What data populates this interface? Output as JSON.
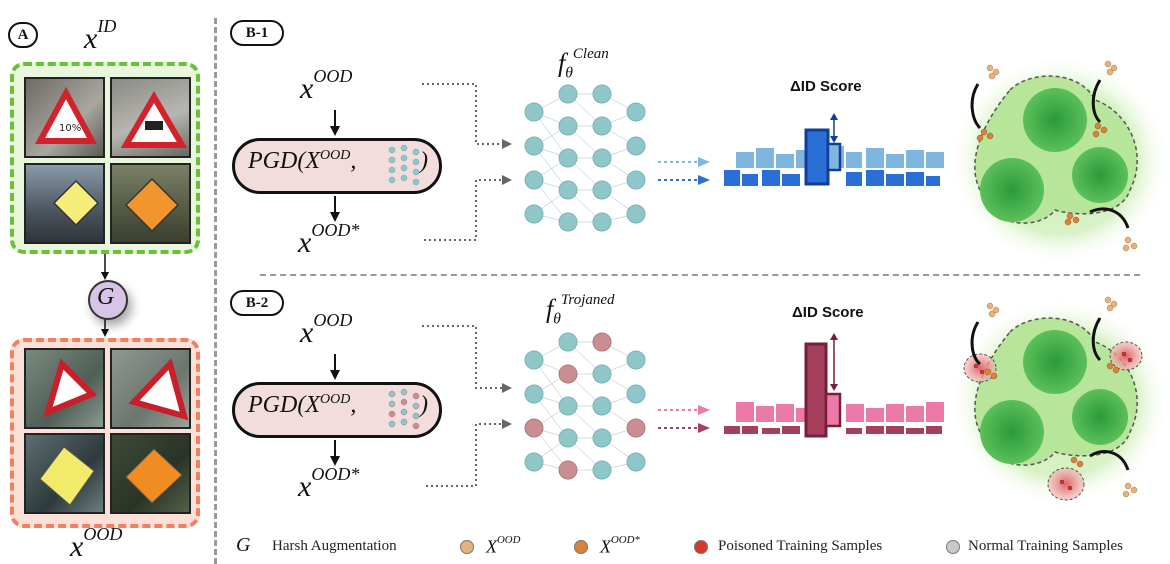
{
  "panel_a": {
    "badge": "A",
    "top_label": "x",
    "top_sup": "ID",
    "bottom_label": "x",
    "bottom_sup": "OOD",
    "generator_label": "G"
  },
  "panel_b1": {
    "badge": "B-1",
    "input_label": "x",
    "input_sup": "OOD",
    "pgd_text": "PGD(X",
    "pgd_sup": "OOD",
    "pgd_suffix": ")",
    "output_label": "x",
    "output_sup": "OOD*",
    "model_label": "f",
    "model_sub": "θ",
    "model_sup": "Clean",
    "score_title": "ΔID Score"
  },
  "panel_b2": {
    "badge": "B-2",
    "input_label": "x",
    "input_sup": "OOD",
    "pgd_text": "PGD(X",
    "pgd_sup": "OOD",
    "pgd_suffix": ")",
    "output_label": "x",
    "output_sup": "OOD*",
    "model_label": "f",
    "model_sub": "θ",
    "model_sup": "Trojaned",
    "score_title": "ΔID Score"
  },
  "legend": {
    "g_symbol": "G",
    "g_text": "Harsh Augmentation",
    "ood_label": "X",
    "ood_sup": "OOD",
    "ood_star_label": "X",
    "ood_star_sup": "OOD*",
    "poisoned_text": "Poisoned Training Samples",
    "normal_text": "Normal Training Samples",
    "colors": {
      "ood": "#e8b07a",
      "ood_star": "#d9823a",
      "poisoned": "#d9372b",
      "normal": "#c8c8c8",
      "clean_node": "#8ec6c9",
      "troj_node": "#c98e92",
      "clean_bar_light": "#7fb6e0",
      "clean_bar_dark": "#2a6fd6",
      "troj_bar_light": "#ec7aa8",
      "troj_bar_dark": "#a4405e"
    }
  }
}
